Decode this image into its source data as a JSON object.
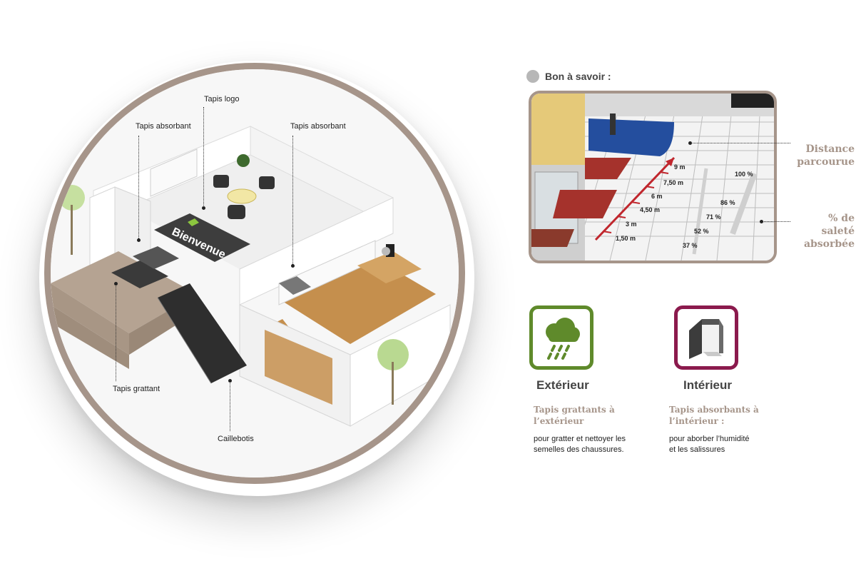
{
  "diagram": {
    "callouts": {
      "tapis_logo": "Tapis logo",
      "tapis_absorbant_left": "Tapis absorbant",
      "tapis_absorbant_right": "Tapis absorbant",
      "tapis_grattant": "Tapis grattant",
      "caillebotis": "Caillebotis",
      "mat_text": "Bienvenue"
    }
  },
  "bon_a_savoir": {
    "title": "Bon à savoir :",
    "labels": {
      "distance": "Distance parcourue",
      "salete": "% de saleté absorbée"
    },
    "distances": [
      "9 m",
      "7,50 m",
      "6 m",
      "4,50 m",
      "3 m",
      "1,50 m"
    ],
    "percentages": [
      "100 %",
      "86 %",
      "71 %",
      "52 %",
      "37 %"
    ]
  },
  "categories": {
    "exterieur": {
      "title": "Extérieur",
      "subtitle_l1": "Tapis grattants à",
      "subtitle_l2": "l’extérieur",
      "desc_l1": "pour gratter et nettoyer les",
      "desc_l2": "semelles des chaussures.",
      "color": "#5f8a2b",
      "icon": "rain-cloud-icon"
    },
    "interieur": {
      "title": "Intérieur",
      "subtitle_l1": "Tapis absorbants à",
      "subtitle_l2": "l’intérieur :",
      "desc_l1": "pour aborber l’humidité",
      "desc_l2": "et les salissures",
      "color": "#8b1a4d",
      "icon": "house-shelter-icon"
    }
  },
  "colors": {
    "frame": "#a6958a",
    "accent_red": "#c0262d"
  }
}
